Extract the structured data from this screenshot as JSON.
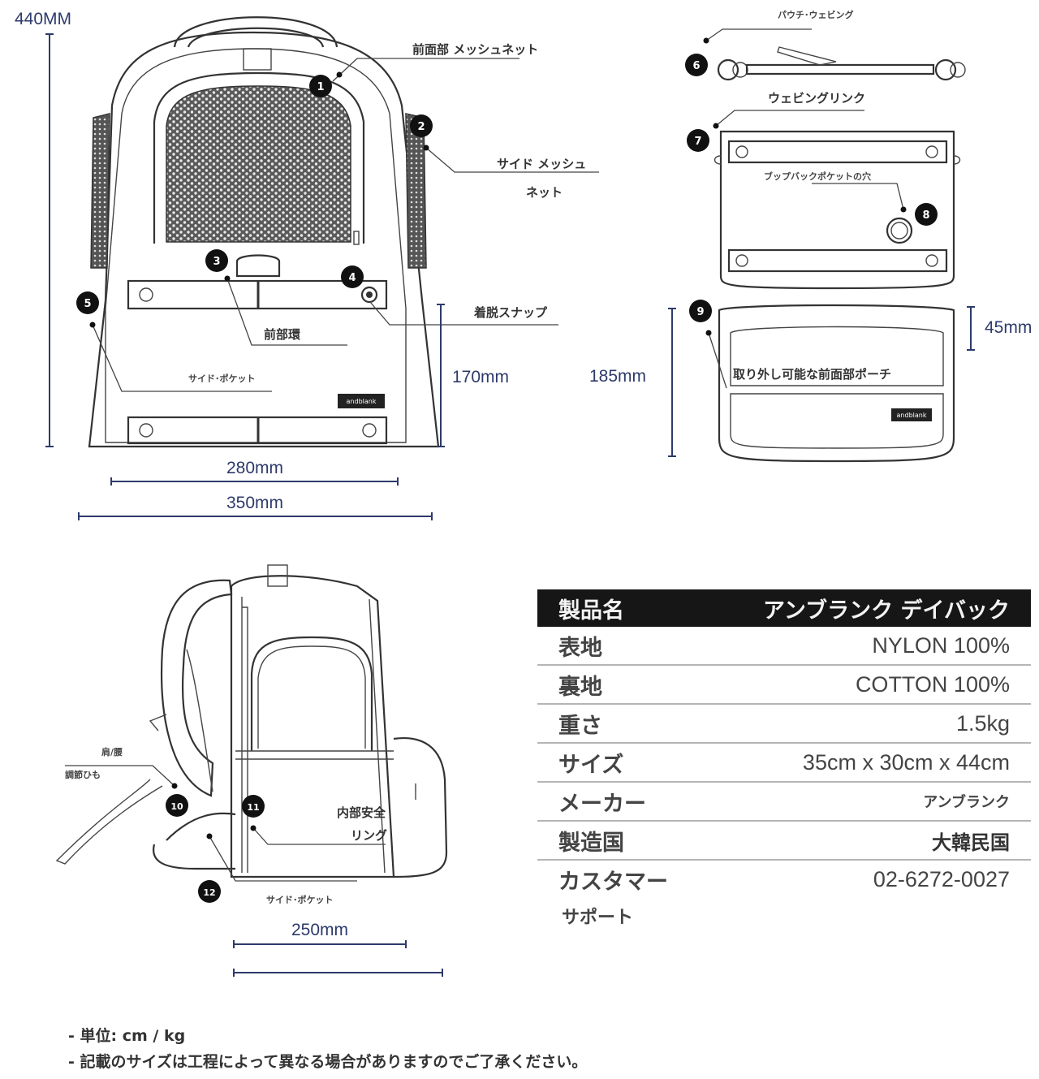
{
  "labels": {
    "front_mesh": "前面部 メッシュネット",
    "side_mesh_1": "サイド メッシュ",
    "side_mesh_2": "ネット",
    "front_ring": "前部環",
    "snap": "着脱スナップ",
    "side_pocket_front": "サイド･ポケット",
    "pouch_webbing": "パウチ･ウェビング",
    "webbing_link": "ウェビングリンク",
    "topback_hole": "ブップバックポケットの穴",
    "detachable_pouch": "取り外し可能な前面部ポーチ",
    "shoulder_1": "肩/腰",
    "shoulder_2": "調節ひも",
    "safety_ring_1": "内部安全",
    "safety_ring_2": "リング",
    "side_pocket_side": "サイド･ポケット",
    "brand": "andblank"
  },
  "dimensions": {
    "height": "440MM",
    "front_170": "170mm",
    "front_280": "280mm",
    "front_350": "350mm",
    "pouch_185": "185mm",
    "pouch_45": "45mm",
    "side_250": "250mm"
  },
  "callouts": [
    "1",
    "2",
    "3",
    "4",
    "5",
    "6",
    "7",
    "8",
    "9",
    "10",
    "11",
    "12"
  ],
  "spec": {
    "header": {
      "key": "製品名",
      "value": "アンブランク デイバック"
    },
    "rows": [
      {
        "key": "表地",
        "value": "NYLON 100%"
      },
      {
        "key": "裏地",
        "value": "COTTON 100%"
      },
      {
        "key": "重さ",
        "value": "1.5kg"
      },
      {
        "key": "サイズ",
        "value": "35cm x 30cm x 44cm"
      },
      {
        "key": "メーカー",
        "value": "アンブランク"
      },
      {
        "key": "製造国",
        "value": "大韓民国"
      },
      {
        "key": "カスタマー",
        "value": "02-6272-0027"
      }
    ],
    "key_continued": "サポート"
  },
  "notes": [
    "- 単位: cm / kg",
    "- 記載のサイズは工程によって異なる場合がありますのでご了承ください。"
  ]
}
